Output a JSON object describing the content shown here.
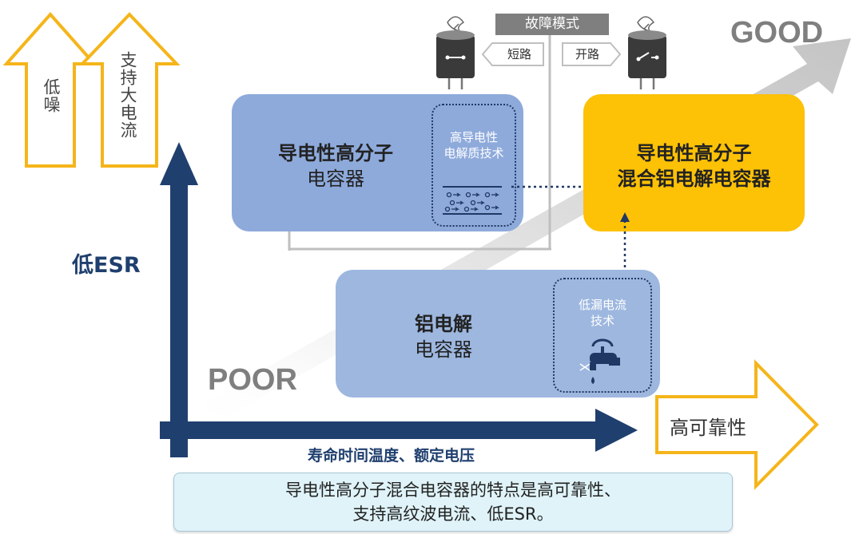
{
  "arrows_top_left": {
    "left_label": "低噪",
    "right_label": "支持大电流"
  },
  "failure_mode": {
    "title": "故障模式",
    "short_label": "短路",
    "open_label": "开路"
  },
  "trend": {
    "good_label": "GOOD",
    "poor_label": "POOR"
  },
  "axis": {
    "y_label": "低ESR",
    "x_label": "寿命时间温度、额定电压",
    "reliability_label": "高可靠性"
  },
  "box_polymer": {
    "title_line1": "导电性高分子",
    "title_line2": "电容器",
    "tech_line1": "高导电性",
    "tech_line2": "电解质技术"
  },
  "box_hybrid": {
    "title_line1": "导电性高分子",
    "title_line2": "混合铝电解电容器"
  },
  "box_aluminum": {
    "title_line1": "铝电解",
    "title_line2": "电容器",
    "tech_line1": "低漏电流",
    "tech_line2": "技术"
  },
  "summary": {
    "line1": "导电性高分子混合电容器的特点是高可靠性、",
    "line2": "支持高纹波电流、低ESR。"
  },
  "colors": {
    "blue_box": "#8eaadb",
    "blue_box_light": "#9db7df",
    "gold": "#fdc106",
    "gold_outline": "#f5b51a",
    "navy": "#1f3f6e",
    "gray_arrow": "#d0d0d0"
  }
}
